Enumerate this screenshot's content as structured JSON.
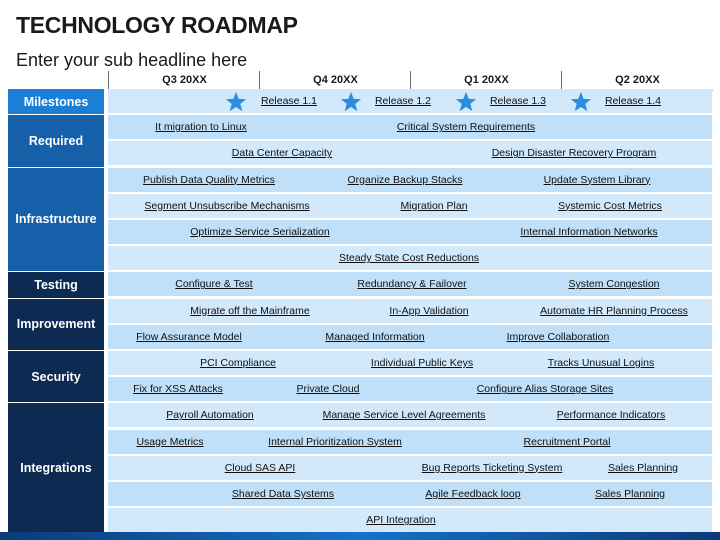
{
  "title": "TECHNOLOGY ROADMAP",
  "subtitle": "Enter your sub headline here",
  "quarters": [
    "Q3 20XX",
    "Q4 20XX",
    "Q1 20XX",
    "Q2 20XX"
  ],
  "colors": {
    "milestones": "#1a7fd6",
    "dark_navy": "#0d2a52",
    "mid_blue": "#1560a8",
    "band_light": "#d2e9fb",
    "band_mid": "#bfe0f8",
    "star": "#2b8de0"
  },
  "categories": [
    {
      "label": "Milestones",
      "rows": 1,
      "color": "#1a7fd6"
    },
    {
      "label": "Required",
      "rows": 2,
      "color": "#1560a8"
    },
    {
      "label": "Infrastructure",
      "rows": 4,
      "color": "#1560a8"
    },
    {
      "label": "Testing",
      "rows": 1,
      "color": "#0d2a52"
    },
    {
      "label": "Improvement",
      "rows": 2,
      "color": "#0d2a52"
    },
    {
      "label": "Security",
      "rows": 2,
      "color": "#0d2a52"
    },
    {
      "label": "Integrations",
      "rows": 5,
      "color": "#0d2a52"
    }
  ],
  "milestones": [
    "Release 1.1",
    "Release 1.2",
    "Release 1.3",
    "Release 1.4"
  ],
  "rows": [
    [
      "It migration to Linux",
      "Critical System Requirements"
    ],
    [
      "Data Center Capacity",
      "Design Disaster Recovery Program"
    ],
    [
      "Publish Data Quality Metrics",
      "Organize Backup Stacks",
      "Update System Library"
    ],
    [
      "Segment Unsubscribe Mechanisms",
      "Migration Plan",
      "Systemic Cost Metrics"
    ],
    [
      "Optimize Service Serialization",
      "Internal Information Networks"
    ],
    [
      "Steady State Cost Reductions"
    ],
    [
      "Configure & Test",
      "Redundancy & Failover",
      "System Congestion"
    ],
    [
      "Migrate off the Mainframe",
      "In-App Validation",
      "Automate HR Planning Process"
    ],
    [
      "Flow Assurance Model",
      "Managed Information",
      "Improve Collaboration"
    ],
    [
      "PCI Compliance",
      "Individual Public Keys",
      "Tracks Unusual Logins"
    ],
    [
      "Fix for XSS Attacks",
      "Private Cloud",
      "Configure Alias Storage Sites"
    ],
    [
      "Payroll Automation",
      "Manage Service Level Agreements",
      "Performance Indicators"
    ],
    [
      "Usage Metrics",
      "Internal Prioritization System",
      "Recruitment Portal"
    ],
    [
      "Cloud SAS API",
      "Bug Reports Ticketing System",
      "Sales Planning"
    ],
    [
      "Shared Data Systems",
      "Agile Feedback loop",
      "Sales Planning"
    ],
    [
      "API Integration"
    ]
  ]
}
